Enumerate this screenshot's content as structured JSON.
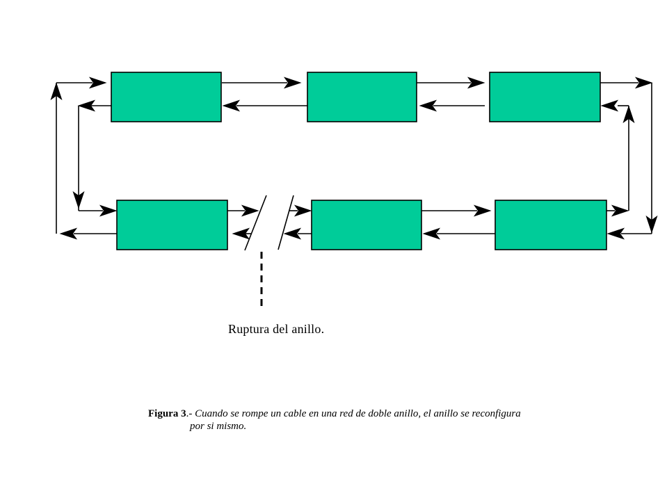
{
  "figure": {
    "break_label": "Ruptura del anillo.",
    "caption_bold": "Figura 3",
    "caption_sep": ".-",
    "caption_line1": "Cuando se rompe un cable en una red de doble anillo, el anillo se reconfigura",
    "caption_line2": "por si mismo."
  },
  "colors": {
    "node_fill": "#00CC99",
    "line": "#000000",
    "background": "#FFFFFF"
  },
  "diagram": {
    "node_count": 6,
    "rows": 2,
    "rings": 2
  }
}
